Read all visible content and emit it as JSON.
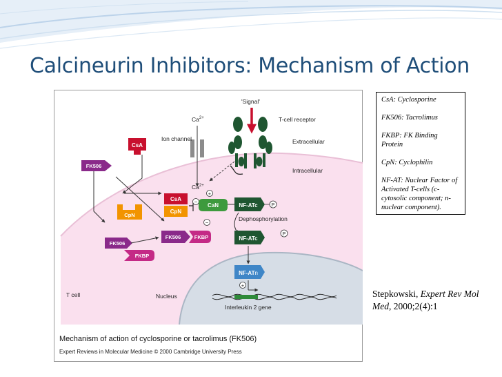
{
  "slide": {
    "title": "Calcineurin Inhibitors: Mechanism of Action",
    "colors": {
      "title": "#1f4e79",
      "wave": "#bcd3ea",
      "cell": "#fae0ee",
      "nucleus": "#d6dde6"
    }
  },
  "diagram": {
    "signal_label": "'Signal'",
    "ca_top": "Ca",
    "ca_top_sup": "2+",
    "ion_channel": "Ion channel",
    "tcell_receptor": "T-cell receptor",
    "extracellular": "Extracellular",
    "intracellular": "Intracellular",
    "ca_mid": "Ca",
    "ca_mid_sup": "2+",
    "csa": "CsA",
    "csa_bound": "CsA",
    "fk506": "FK506",
    "fk506_free": "FK506",
    "fk506_bound": "FK506",
    "cpn": "CpN",
    "cpn_bound": "CpN",
    "can": "CaN",
    "fkbp": "FKBP",
    "fkbp_bound": "FKBP",
    "nfatc": "NF-ATc",
    "nfatc2": "NF-ATc",
    "nfatn_main": "NF-AT",
    "nfatn_sub": "n",
    "phospho": "P",
    "phospho2": "P",
    "plus": "+",
    "minus": "−",
    "dephosphorylation": "Dephosphorylation",
    "t_cell": "T cell",
    "nucleus": "Nucleus",
    "il2_gene": "Interleukin 2 gene",
    "caption": "Mechanism of action of cyclosporine or tacrolimus (FK506)",
    "copyright": "Expert Reviews in Molecular Medicine © 2000 Cambridge University Press",
    "colors": {
      "csa_red": "#c8102e",
      "fk506_purple": "#8a2a8a",
      "fkbp_magenta": "#c42a86",
      "cpn_orange": "#f29400",
      "can_green": "#3d9a3d",
      "nfat_green": "#1f5631",
      "nfatn_blue": "#3f86c7",
      "receptor_green": "#1f5631",
      "signal_arrow": "#c8102e"
    }
  },
  "legend": {
    "items": [
      "CsA: Cyclosporine",
      "FK506: Tacrolimus",
      "FKBP: FK Binding Protein",
      "CpN: Cyclophilin",
      "NF-AT: Nuclear Factor of Activated T-cells (c- cytosolic component; n- nuclear component)."
    ]
  },
  "citation": {
    "author": "Stepkowski, ",
    "journal": "Expert Rev Mol Med",
    "details": ", 2000;2(4):1"
  }
}
